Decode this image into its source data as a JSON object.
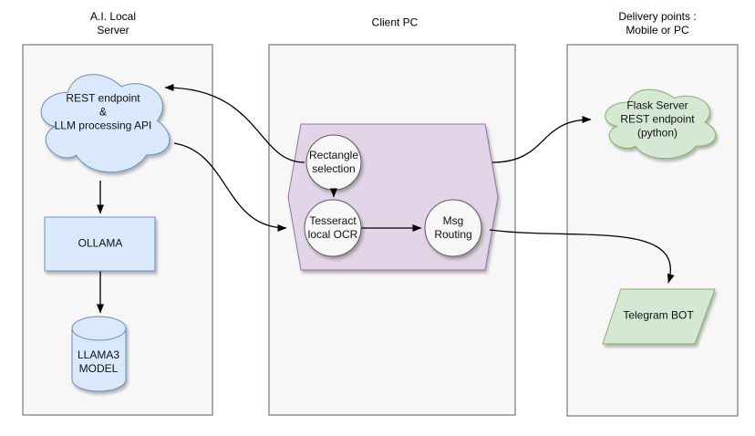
{
  "diagram": {
    "columns": [
      {
        "title": "A.I. Local\nServer"
      },
      {
        "title": "Client PC"
      },
      {
        "title": "Delivery points :\nMobile or PC"
      }
    ],
    "nodes": {
      "llm_cloud": "REST endpoint\n&\nLLM processing API",
      "ollama": "OLLAMA",
      "llama3_model": "LLAMA3\nMODEL",
      "rectangle_selection": "Rectangle\nselection",
      "tesseract_ocr": "Tesseract\nlocal OCR",
      "msg_routing": "Msg\nRouting",
      "flask_cloud": "Flask Server\nREST endpoint\n(python)",
      "telegram_bot": "Telegram BOT"
    },
    "colors": {
      "blue_fill": "#dae8fc",
      "blue_stroke": "#6c8ebf",
      "purple_fill": "#e1d5e7",
      "purple_stroke": "#9673a6",
      "green_fill": "#d5e8d4",
      "green_stroke": "#82b366",
      "lane_fill": "#f7f7f7",
      "lane_stroke": "#5c5c5c",
      "circle_fill": "#f7f7f7",
      "circle_stroke": "#595959",
      "arrow": "#000000",
      "background": "#ffffff"
    }
  }
}
